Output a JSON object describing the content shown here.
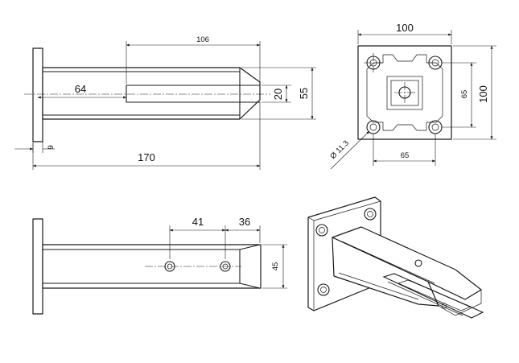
{
  "dimensions": {
    "side_total_length": "170",
    "side_flange_thickness": "9",
    "side_slot_length": "106",
    "side_slot_depth": "64",
    "side_slot_width": "20",
    "side_arm_height": "55",
    "plate_width": "100",
    "plate_height": "100",
    "hole_spacing_vertical": "65",
    "hole_spacing_horizontal": "65",
    "hole_diameter": "Ø 11.3",
    "front_hole_spacing_1": "41",
    "front_hole_spacing_2": "36",
    "front_arm_height": "45"
  }
}
